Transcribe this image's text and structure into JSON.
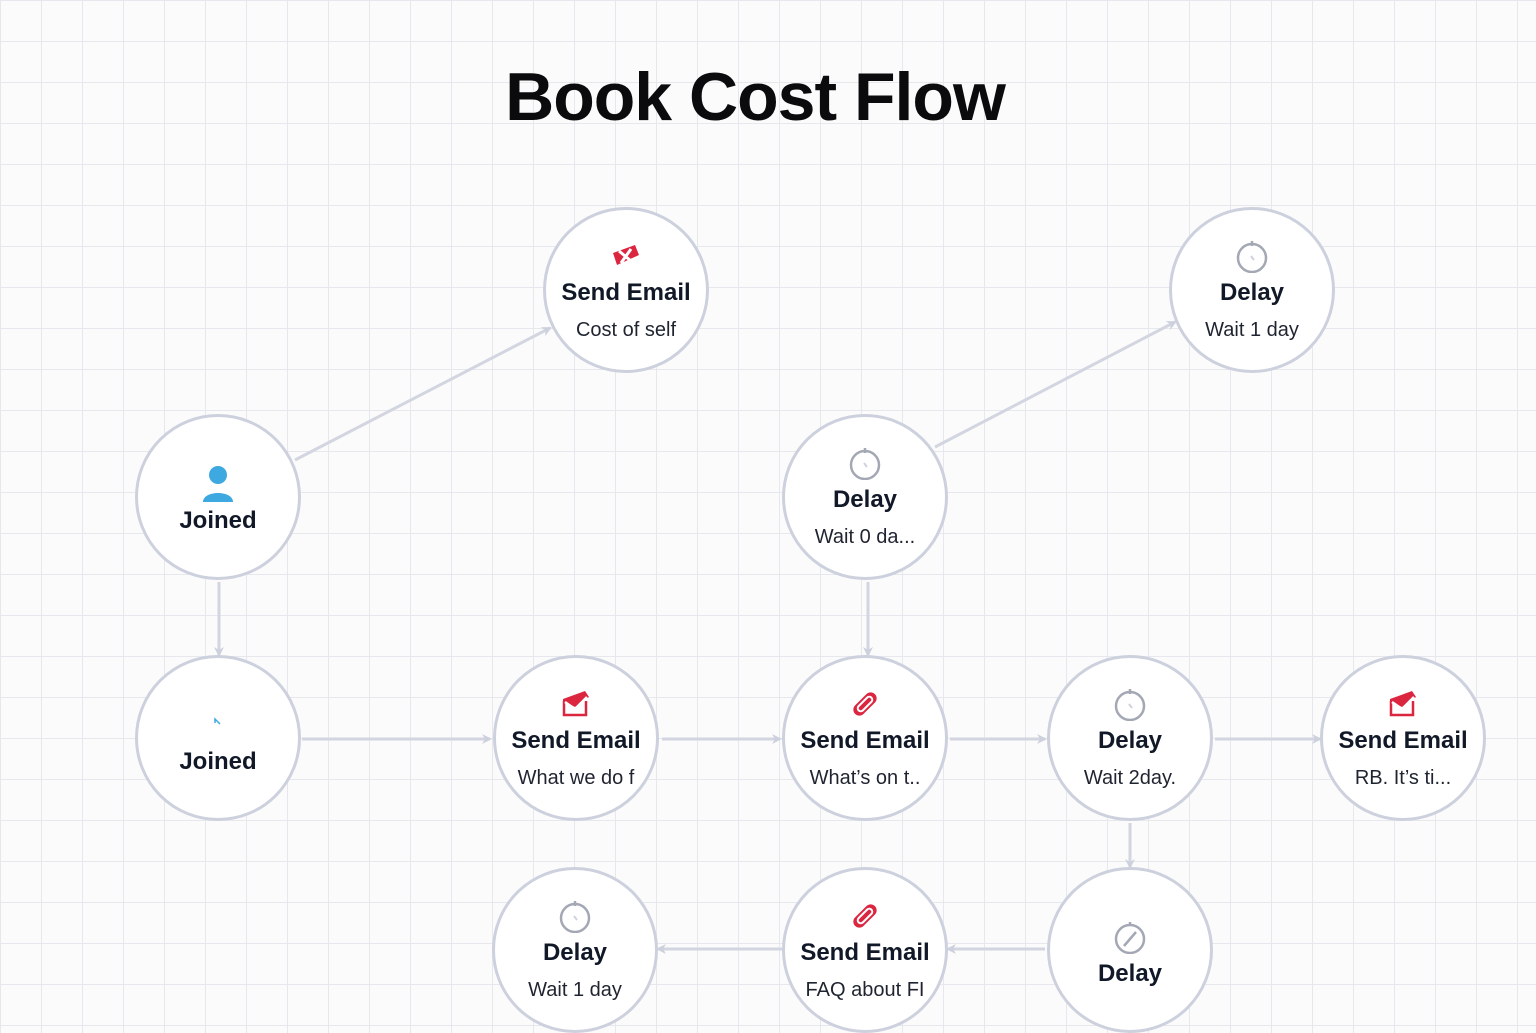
{
  "title": "Book Cost Flow",
  "colors": {
    "edge": "#cdd1dd",
    "email": "#dc2640",
    "joined": "#3ea8e0",
    "delay": "#a3a8b4"
  },
  "nodes": [
    {
      "id": "n1",
      "type": "email",
      "title": "Send Email",
      "subtitle": "Cost of self",
      "icon": "envelope-x-icon"
    },
    {
      "id": "n2",
      "type": "delay",
      "title": "Delay",
      "subtitle": "Wait 1 day",
      "icon": "timer-icon"
    },
    {
      "id": "n3",
      "type": "joined",
      "title": "Joined",
      "icon": "user-icon"
    },
    {
      "id": "n4",
      "type": "delay",
      "title": "Delay",
      "subtitle": "Wait 0 da...",
      "icon": "timer-icon"
    },
    {
      "id": "n5",
      "type": "joined",
      "title": "Joined",
      "icon": "caret-icon"
    },
    {
      "id": "n6",
      "type": "email",
      "title": "Send Email",
      "subtitle": "What we do f",
      "icon": "envelope-open-icon"
    },
    {
      "id": "n7",
      "type": "email",
      "title": "Send Email",
      "subtitle": "What’s on t..",
      "icon": "paperclip-icon"
    },
    {
      "id": "n8",
      "type": "delay",
      "title": "Delay",
      "subtitle": "Wait 2day.",
      "icon": "timer-icon"
    },
    {
      "id": "n9",
      "type": "email",
      "title": "Send Email",
      "subtitle": "RB. It’s ti...",
      "icon": "envelope-open-icon"
    },
    {
      "id": "n10",
      "type": "delay",
      "title": "Delay",
      "subtitle": "Wait 1 day",
      "icon": "timer-icon"
    },
    {
      "id": "n11",
      "type": "email",
      "title": "Send Email",
      "subtitle": "FAQ about FI",
      "icon": "paperclip-icon"
    },
    {
      "id": "n12",
      "type": "delay",
      "title": "Delay",
      "icon": "timer-slash-icon"
    }
  ],
  "edges": [
    [
      "n3",
      "n1"
    ],
    [
      "n4",
      "n2"
    ],
    [
      "n3",
      "n5"
    ],
    [
      "n4",
      "n7"
    ],
    [
      "n5",
      "n6"
    ],
    [
      "n6",
      "n7"
    ],
    [
      "n7",
      "n8"
    ],
    [
      "n8",
      "n9"
    ],
    [
      "n8",
      "n12"
    ],
    [
      "n12",
      "n11"
    ],
    [
      "n11",
      "n10"
    ]
  ]
}
